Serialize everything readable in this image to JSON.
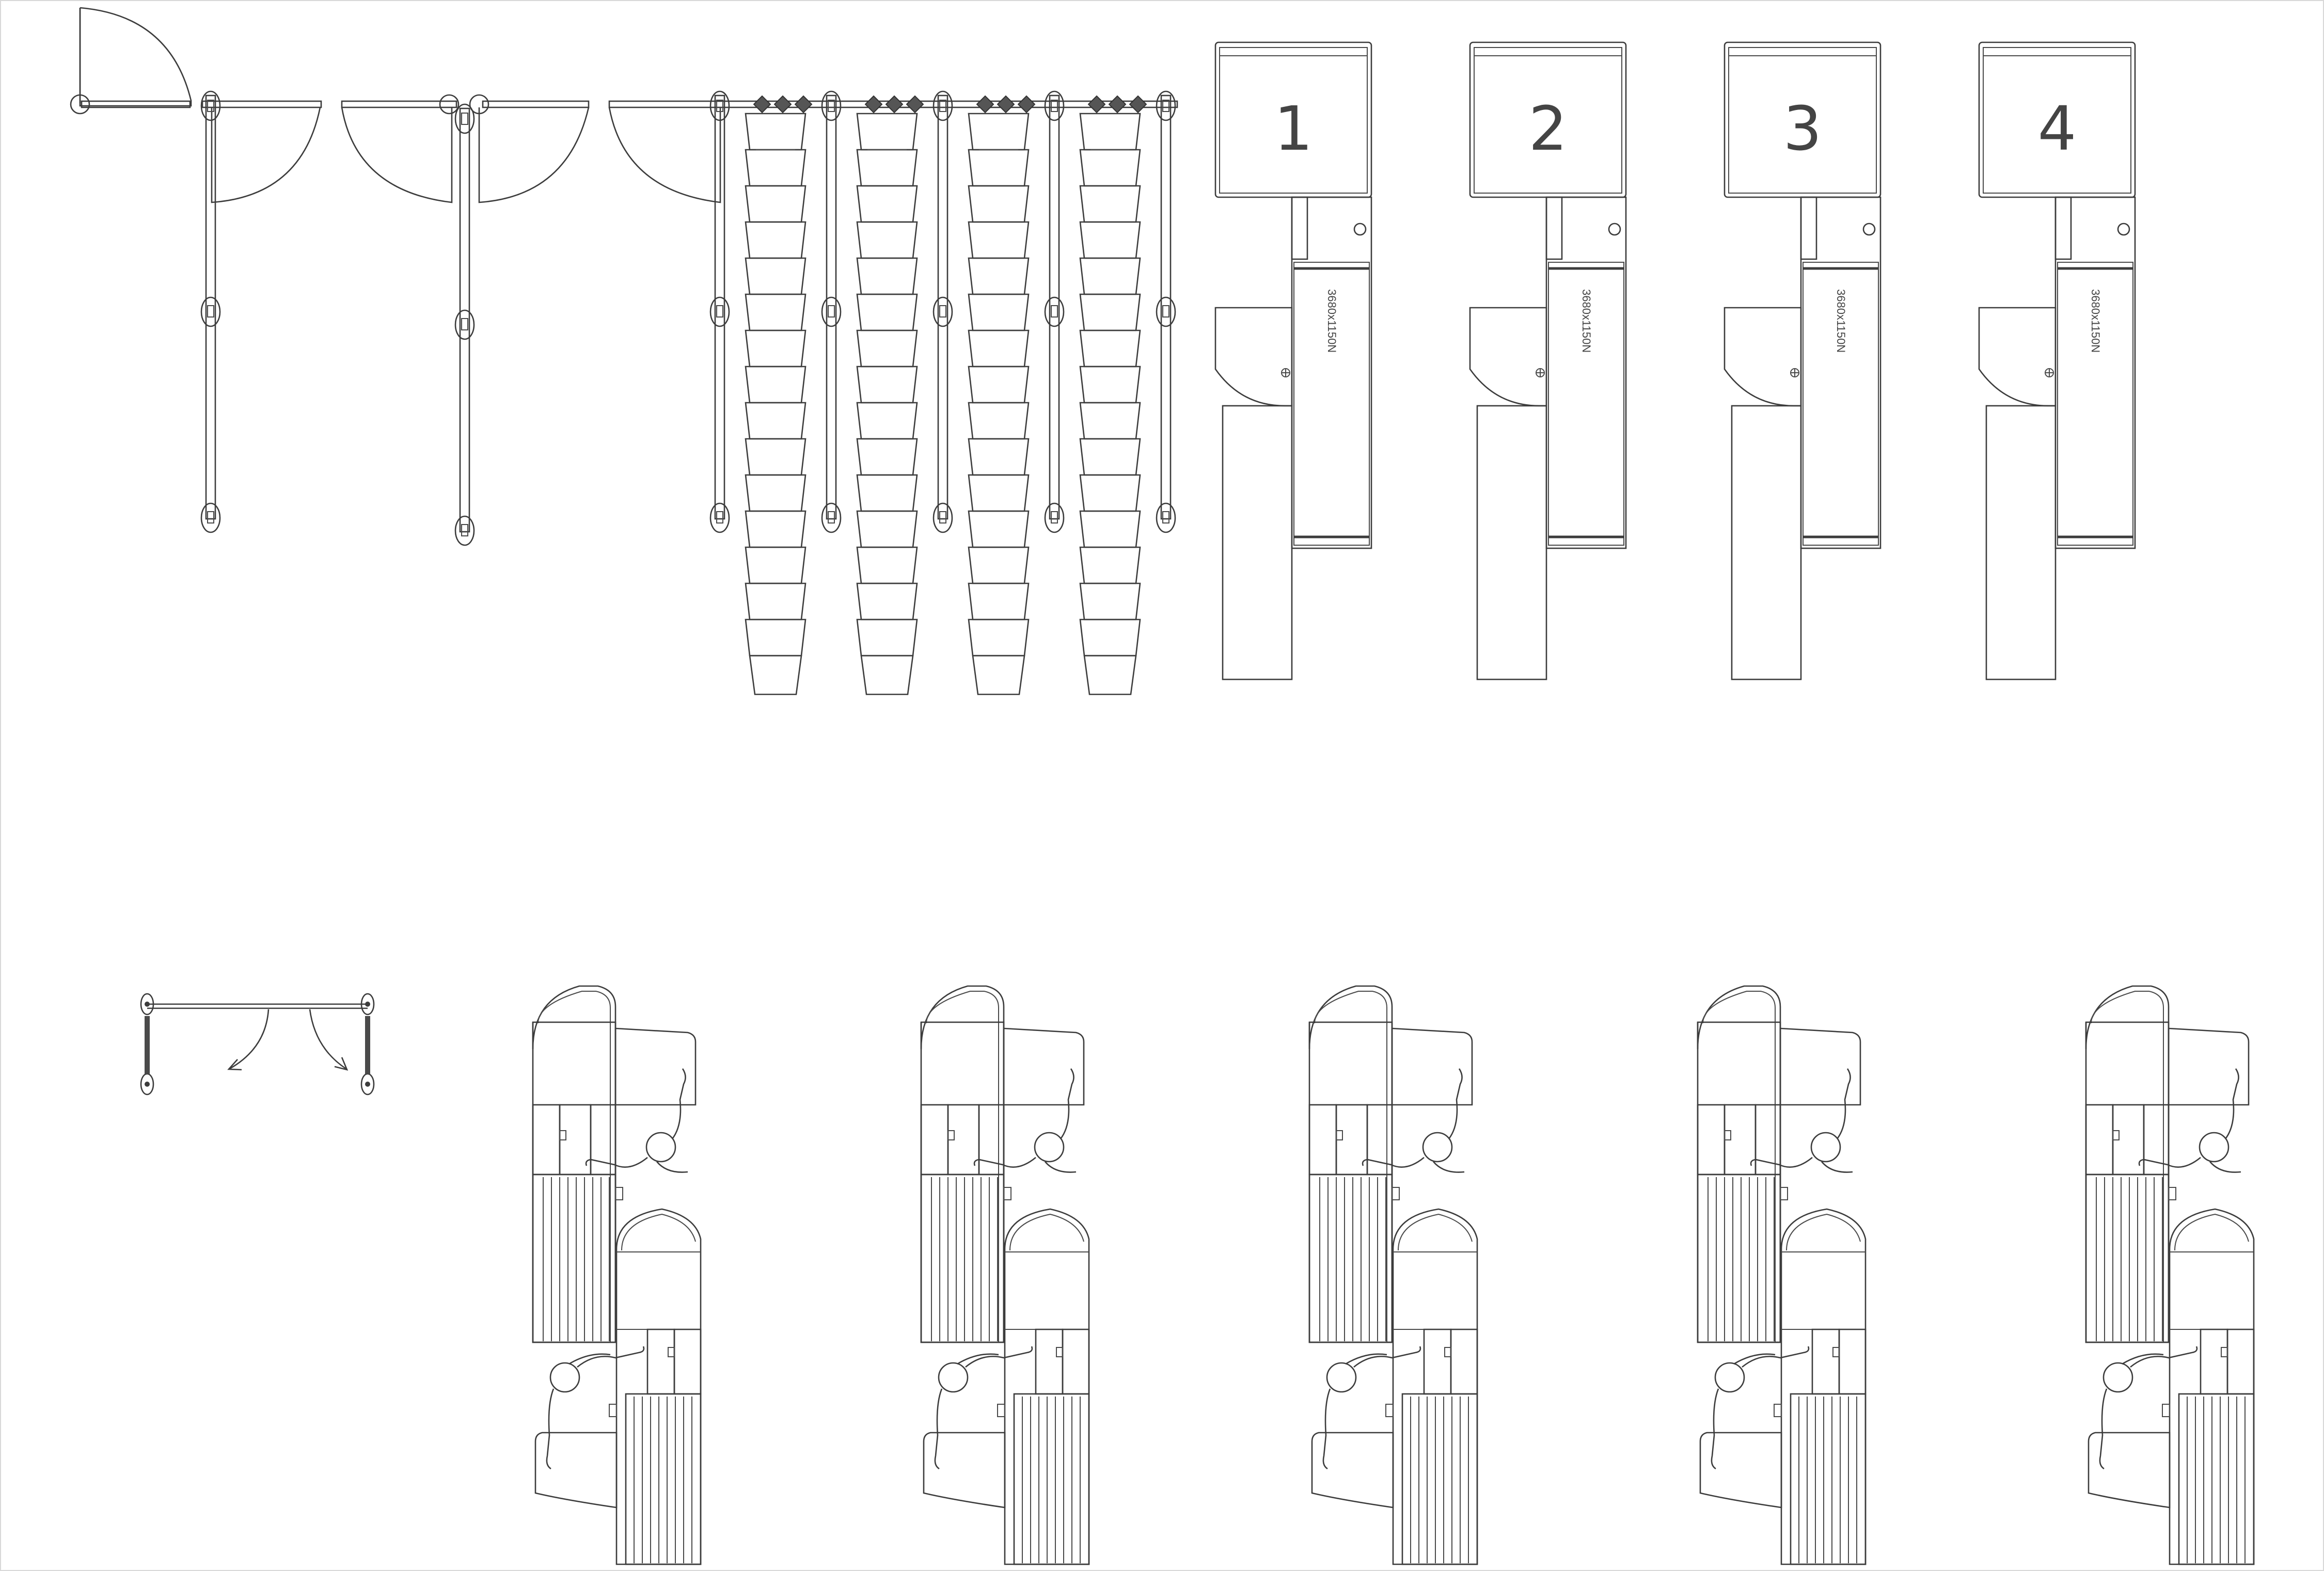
{
  "booths": [
    {
      "number": "1",
      "spec": "3680x1150N"
    },
    {
      "number": "2",
      "spec": "3680x1150N"
    },
    {
      "number": "3",
      "spec": "3680x1150N"
    },
    {
      "number": "4",
      "spec": "3680x1150N"
    }
  ],
  "icons": {
    "door": "door-swing-icon",
    "chair": "chair-icon",
    "person": "seated-person-icon",
    "tile": "tile-wall-icon"
  },
  "colors": {
    "line": "#3c3c3c",
    "background": "#ffffff"
  }
}
